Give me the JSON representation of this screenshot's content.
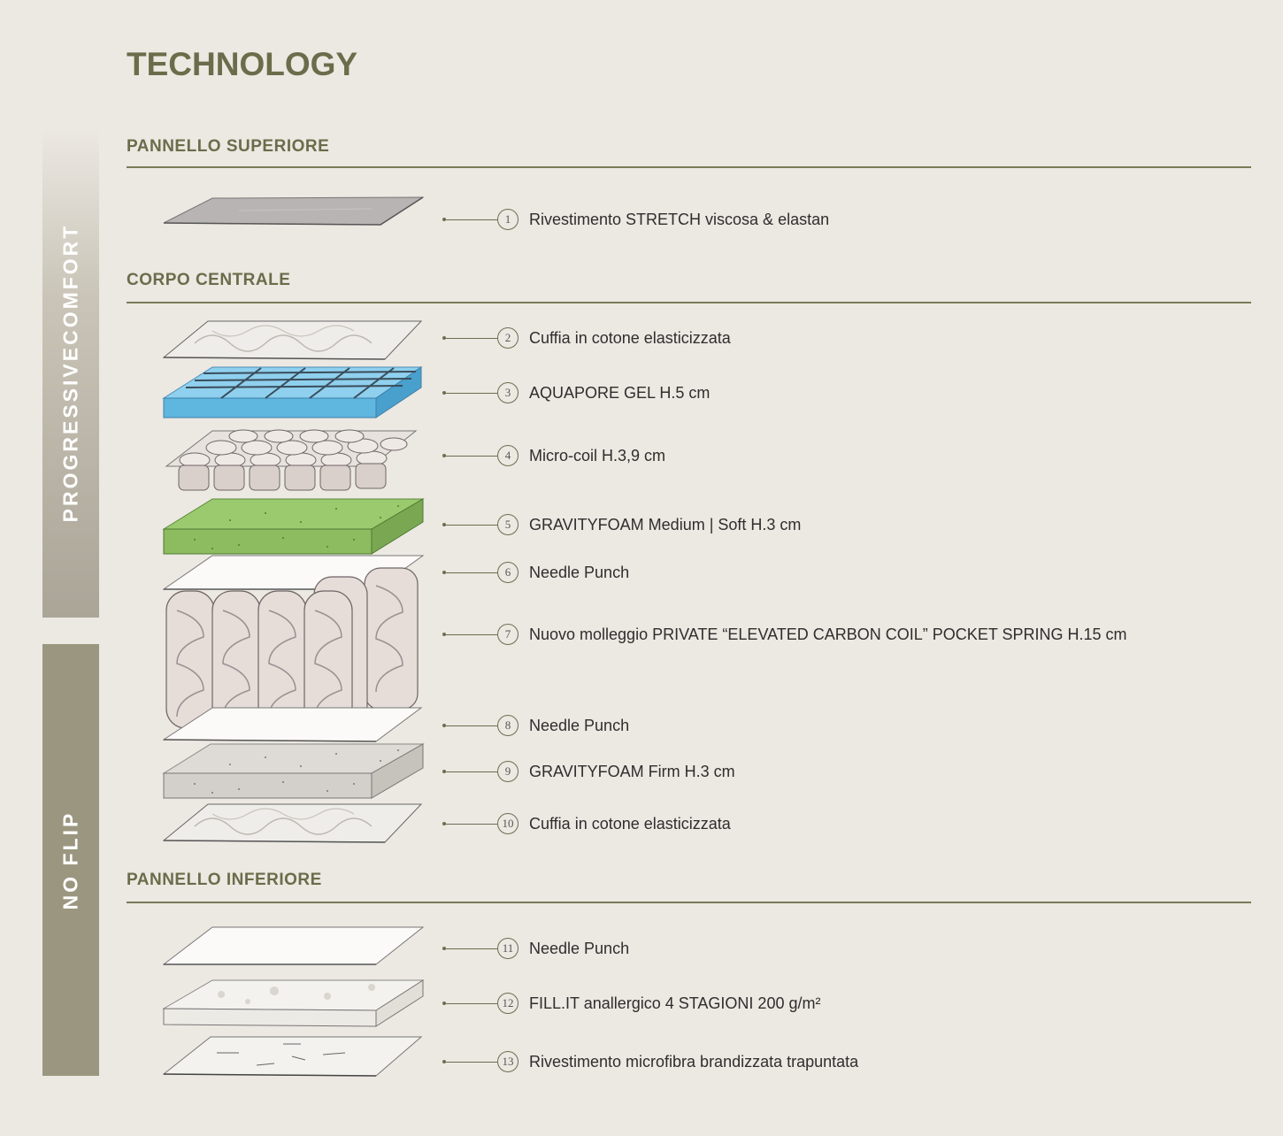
{
  "title": "TECHNOLOGY",
  "side_labels": {
    "progressive": "PROGRESSIVECOMFORT",
    "noflip": "NO FLIP"
  },
  "sections": {
    "top": "PANNELLO SUPERIORE",
    "middle": "CORPO CENTRALE",
    "bottom": "PANNELLO INFERIORE"
  },
  "layers": [
    {
      "number": "1",
      "label": "Rivestimento STRETCH viscosa & elastan"
    },
    {
      "number": "2",
      "label": "Cuffia in cotone elasticizzata"
    },
    {
      "number": "3",
      "label": "AQUAPORE GEL H.5 cm"
    },
    {
      "number": "4",
      "label": "Micro-coil H.3,9 cm"
    },
    {
      "number": "5",
      "label": "GRAVITYFOAM Medium | Soft H.3 cm"
    },
    {
      "number": "6",
      "label": "Needle Punch"
    },
    {
      "number": "7",
      "label": "Nuovo molleggio PRIVATE “ELEVATED CARBON COIL” POCKET SPRING H.15 cm"
    },
    {
      "number": "8",
      "label": "Needle Punch"
    },
    {
      "number": "9",
      "label": "GRAVITYFOAM Firm H.3 cm"
    },
    {
      "number": "10",
      "label": "Cuffia in cotone elasticizzata"
    },
    {
      "number": "11",
      "label": "Needle Punch"
    },
    {
      "number": "12",
      "label": "FILL.IT anallergico 4 STAGIONI 200 g/m²"
    },
    {
      "number": "13",
      "label": "Rivestimento microfibra brandizzata trapuntata"
    }
  ],
  "colors": {
    "background": "#ece8e2",
    "heading": "#6b6c4a",
    "noflip_bar": "#9b967f",
    "gel_blue": "#5fb6de",
    "foam_green": "#8dbb60"
  }
}
